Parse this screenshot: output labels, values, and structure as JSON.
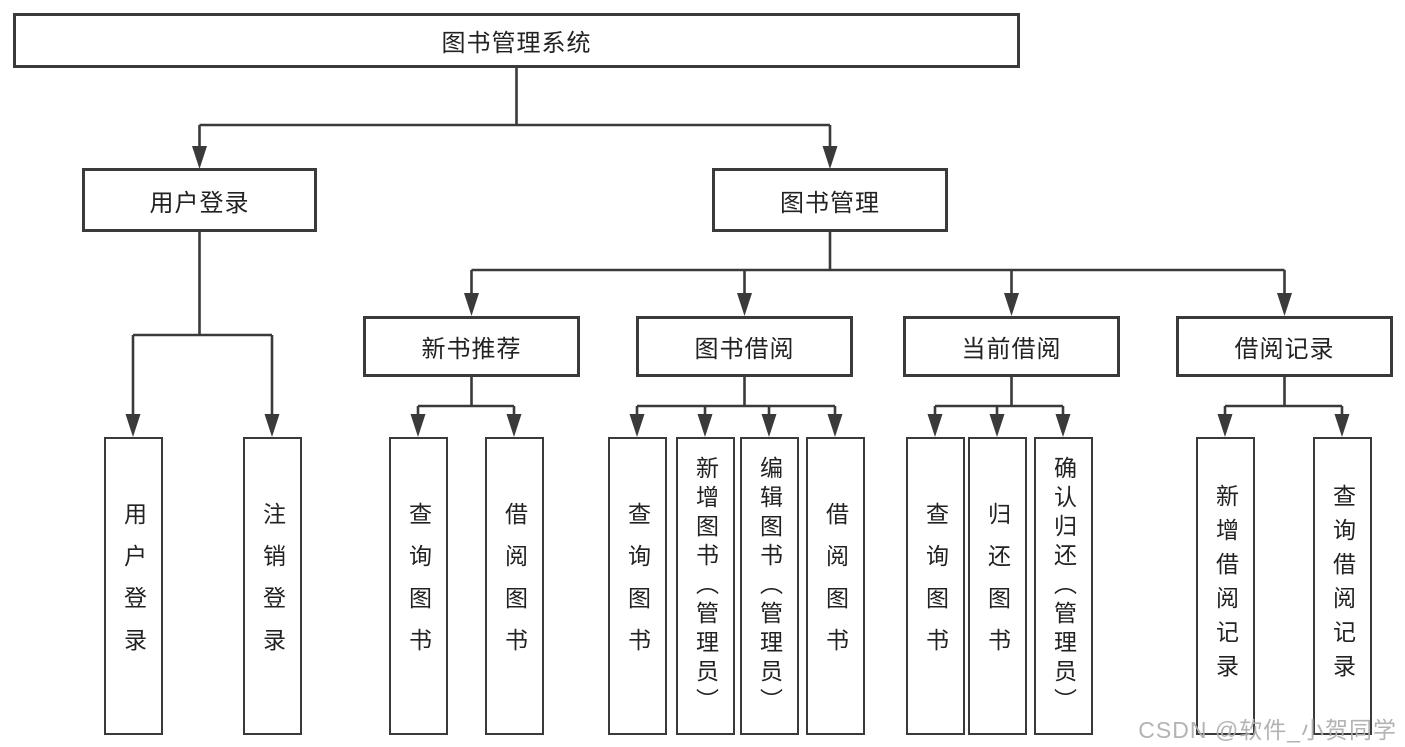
{
  "tree": {
    "label": "图书管理系统",
    "children": [
      {
        "label": "用户登录",
        "children": [
          {
            "label": "用户登录"
          },
          {
            "label": "注销登录"
          }
        ]
      },
      {
        "label": "图书管理",
        "children": [
          {
            "label": "新书推荐",
            "children": [
              {
                "label": "查询图书"
              },
              {
                "label": "借阅图书"
              }
            ]
          },
          {
            "label": "图书借阅",
            "children": [
              {
                "label": "查询图书"
              },
              {
                "label": "新增图书（管理员）"
              },
              {
                "label": "编辑图书（管理员）"
              },
              {
                "label": "借阅图书"
              }
            ]
          },
          {
            "label": "当前借阅",
            "children": [
              {
                "label": "查询图书"
              },
              {
                "label": "归还图书"
              },
              {
                "label": "确认归还（管理员）"
              }
            ]
          },
          {
            "label": "借阅记录",
            "children": [
              {
                "label": "新增借阅记录"
              },
              {
                "label": "查询借阅记录"
              }
            ]
          }
        ]
      }
    ]
  },
  "watermark": "CSDN @软件_小贺同学",
  "colors": {
    "line": "#3a3a3a",
    "box_border": "#3a3a3a",
    "text": "#222222",
    "watermark": "#afafaf",
    "background": "#ffffff"
  }
}
